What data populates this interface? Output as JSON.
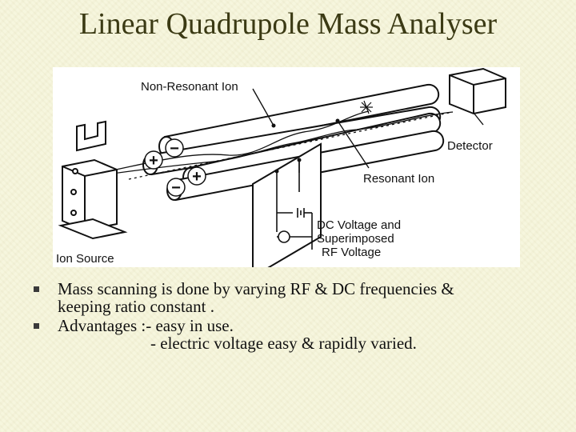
{
  "title": "Linear Quadrupole Mass Analyser",
  "diagram": {
    "labels": {
      "non_resonant_ion": "Non-Resonant Ion",
      "detector": "Detector",
      "resonant_ion": "Resonant Ion",
      "dc_voltage_line1": "DC Voltage and",
      "dc_voltage_line2": "Superimposed",
      "dc_voltage_line3": "RF Voltage",
      "ion_source": "Ion Source"
    },
    "polarity": {
      "plus": "+",
      "minus": "−"
    }
  },
  "bullets": [
    {
      "lines": [
        "Mass scanning is done by varying RF & DC frequencies &",
        "keeping ratio constant ."
      ]
    },
    {
      "lines": [
        "Advantages :- easy in use.",
        "- electric voltage easy & rapidly varied."
      ]
    }
  ],
  "colors": {
    "background": "#f6f5dc",
    "title": "#3b3a14",
    "text": "#111111"
  }
}
